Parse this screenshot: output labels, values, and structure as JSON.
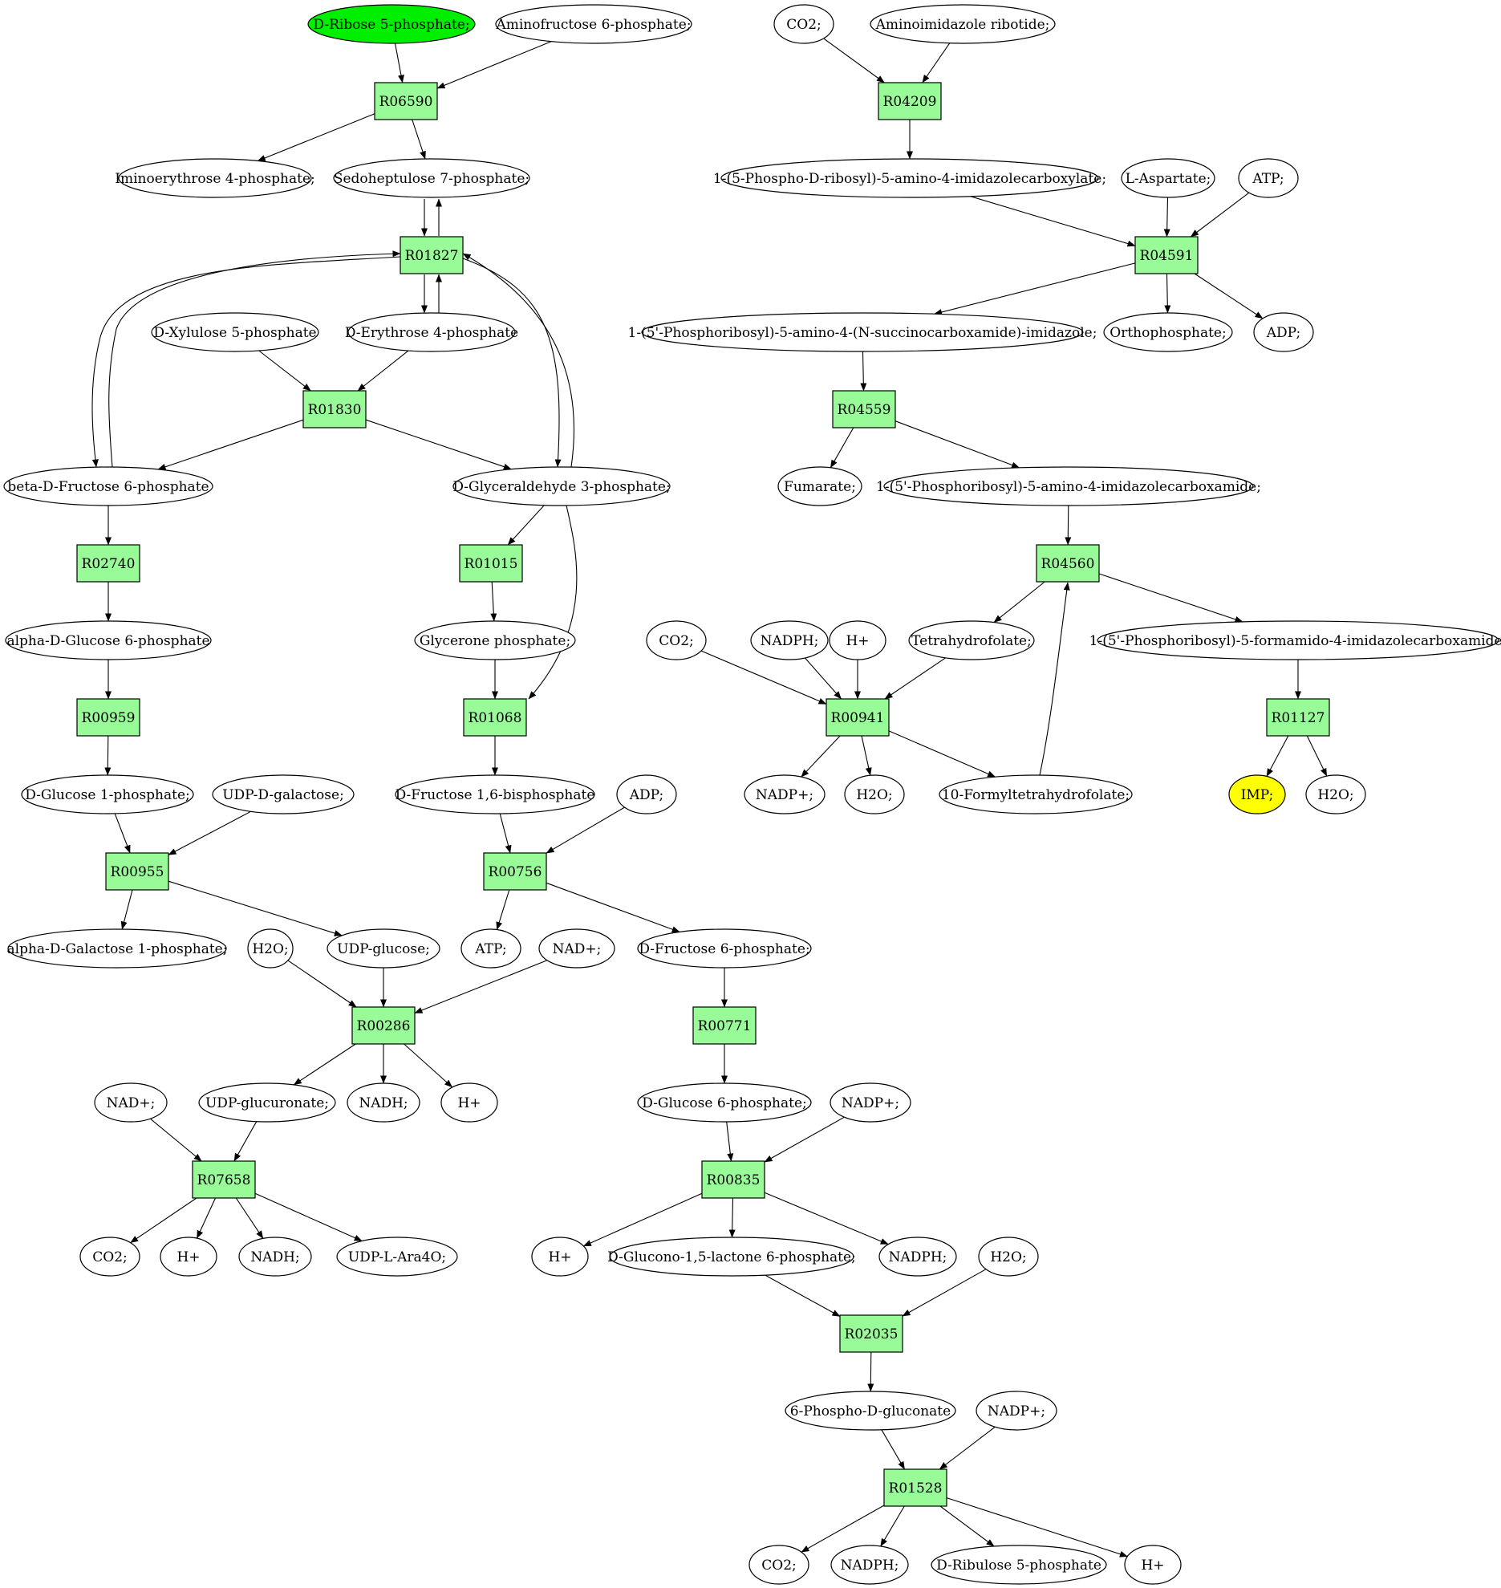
{
  "colors": {
    "reaction_fill": "#98fb98",
    "source_fill": "#00ee00",
    "target_fill": "#ffff00",
    "compound_fill": "#ffffff",
    "stroke": "#000000"
  },
  "nodes": {
    "c_rib5p": {
      "label": "D-Ribose 5-phosphate;",
      "type": "compound",
      "role": "source"
    },
    "c_afru6p": {
      "label": "Aminofructose 6-phosphate;",
      "type": "compound"
    },
    "r_R06590": {
      "label": "R06590",
      "type": "reaction"
    },
    "c_iminoery": {
      "label": "Iminoerythrose 4-phosphate;",
      "type": "compound"
    },
    "c_sedo7p": {
      "label": "Sedoheptulose 7-phosphate;",
      "type": "compound"
    },
    "r_R01827": {
      "label": "R01827",
      "type": "reaction"
    },
    "c_xyl5p": {
      "label": "D-Xylulose 5-phosphate",
      "type": "compound"
    },
    "c_ery4p": {
      "label": "D-Erythrose 4-phosphate",
      "type": "compound"
    },
    "r_R01830": {
      "label": "R01830",
      "type": "reaction"
    },
    "c_bfru6p": {
      "label": "beta-D-Fructose 6-phosphate",
      "type": "compound"
    },
    "c_gap": {
      "label": "D-Glyceraldehyde 3-phosphate;",
      "type": "compound"
    },
    "r_R02740": {
      "label": "R02740",
      "type": "reaction"
    },
    "c_aglc6p": {
      "label": "alpha-D-Glucose 6-phosphate",
      "type": "compound"
    },
    "r_R00959": {
      "label": "R00959",
      "type": "reaction"
    },
    "c_glc1p": {
      "label": "D-Glucose 1-phosphate;",
      "type": "compound"
    },
    "c_udpgal": {
      "label": "UDP-D-galactose;",
      "type": "compound"
    },
    "r_R00955": {
      "label": "R00955",
      "type": "reaction"
    },
    "c_agal1p": {
      "label": "alpha-D-Galactose 1-phosphate;",
      "type": "compound"
    },
    "c_udpglc": {
      "label": "UDP-glucose;",
      "type": "compound"
    },
    "c_h2o_a": {
      "label": "H2O;",
      "type": "compound"
    },
    "r_R00286": {
      "label": "R00286",
      "type": "reaction"
    },
    "c_nadp_a": {
      "label": "NAD+;",
      "type": "compound"
    },
    "c_atp_a": {
      "label": "ATP;",
      "type": "compound"
    },
    "c_udpglcur": {
      "label": "UDP-glucuronate;",
      "type": "compound"
    },
    "c_nadh_a": {
      "label": "NADH;",
      "type": "compound"
    },
    "c_hplus_a": {
      "label": "H+",
      "type": "compound"
    },
    "c_nad_b": {
      "label": "NAD+;",
      "type": "compound"
    },
    "r_R07658": {
      "label": "R07658",
      "type": "reaction"
    },
    "c_co2_a": {
      "label": "CO2;",
      "type": "compound"
    },
    "c_hplus_b": {
      "label": "H+",
      "type": "compound"
    },
    "c_nadh_b": {
      "label": "NADH;",
      "type": "compound"
    },
    "c_udpara": {
      "label": "UDP-L-Ara4O;",
      "type": "compound"
    },
    "r_R01015": {
      "label": "R01015",
      "type": "reaction"
    },
    "c_dhap": {
      "label": "Glycerone phosphate;",
      "type": "compound"
    },
    "r_R01068": {
      "label": "R01068",
      "type": "reaction"
    },
    "c_fbp": {
      "label": "D-Fructose 1,6-bisphosphate",
      "type": "compound"
    },
    "c_adp_a": {
      "label": "ADP;",
      "type": "compound"
    },
    "r_R00756": {
      "label": "R00756",
      "type": "reaction"
    },
    "c_fru6p": {
      "label": "D-Fructose 6-phosphate;",
      "type": "compound"
    },
    "r_R00771": {
      "label": "R00771",
      "type": "reaction"
    },
    "c_glc6p": {
      "label": "D-Glucose 6-phosphate;",
      "type": "compound"
    },
    "c_nadpp_a": {
      "label": "NADP+;",
      "type": "compound"
    },
    "r_R00835": {
      "label": "R00835",
      "type": "reaction"
    },
    "c_hplus_c": {
      "label": "H+",
      "type": "compound"
    },
    "c_glucono": {
      "label": "D-Glucono-1,5-lactone 6-phosphate;",
      "type": "compound"
    },
    "c_nadph_a": {
      "label": "NADPH;",
      "type": "compound"
    },
    "c_h2o_b": {
      "label": "H2O;",
      "type": "compound"
    },
    "r_R02035": {
      "label": "R02035",
      "type": "reaction"
    },
    "c_6pg": {
      "label": "6-Phospho-D-gluconate",
      "type": "compound"
    },
    "c_nadpp_b": {
      "label": "NADP+;",
      "type": "compound"
    },
    "r_R01528": {
      "label": "R01528",
      "type": "reaction"
    },
    "c_co2_b": {
      "label": "CO2;",
      "type": "compound"
    },
    "c_nadph_b": {
      "label": "NADPH;",
      "type": "compound"
    },
    "c_ru5p": {
      "label": "D-Ribulose 5-phosphate",
      "type": "compound"
    },
    "c_hplus_d": {
      "label": "H+",
      "type": "compound"
    },
    "c_co2_c": {
      "label": "CO2;",
      "type": "compound"
    },
    "c_air": {
      "label": "Aminoimidazole ribotide;",
      "type": "compound"
    },
    "r_R04209": {
      "label": "R04209",
      "type": "reaction"
    },
    "c_cair": {
      "label": "1-(5-Phospho-D-ribosyl)-5-amino-4-imidazolecarboxylate;",
      "type": "compound"
    },
    "c_asp": {
      "label": "L-Aspartate;",
      "type": "compound"
    },
    "c_atp_b": {
      "label": "ATP;",
      "type": "compound"
    },
    "r_R04591": {
      "label": "R04591",
      "type": "reaction"
    },
    "c_saicar": {
      "label": "1-(5'-Phosphoribosyl)-5-amino-4-(N-succinocarboxamide)-imidazole;",
      "type": "compound"
    },
    "c_pi": {
      "label": "Orthophosphate;",
      "type": "compound"
    },
    "c_adp_b": {
      "label": "ADP;",
      "type": "compound"
    },
    "r_R04559": {
      "label": "R04559",
      "type": "reaction"
    },
    "c_fum": {
      "label": "Fumarate;",
      "type": "compound"
    },
    "c_aicar": {
      "label": "1-(5'-Phosphoribosyl)-5-amino-4-imidazolecarboxamide;",
      "type": "compound"
    },
    "r_R04560": {
      "label": "R04560",
      "type": "reaction"
    },
    "c_co2_d": {
      "label": "CO2;",
      "type": "compound"
    },
    "c_nadph_c": {
      "label": "NADPH;",
      "type": "compound"
    },
    "c_hplus_e": {
      "label": "H+",
      "type": "compound"
    },
    "c_thf": {
      "label": "Tetrahydrofolate;",
      "type": "compound"
    },
    "c_faicar": {
      "label": "1-(5'-Phosphoribosyl)-5-formamido-4-imidazolecarboxamide;",
      "type": "compound"
    },
    "r_R00941": {
      "label": "R00941",
      "type": "reaction"
    },
    "c_nadpp_c": {
      "label": "NADP+;",
      "type": "compound"
    },
    "c_h2o_c": {
      "label": "H2O;",
      "type": "compound"
    },
    "c_10fthf": {
      "label": "10-Formyltetrahydrofolate;",
      "type": "compound"
    },
    "r_R01127": {
      "label": "R01127",
      "type": "reaction"
    },
    "c_imp": {
      "label": "IMP;",
      "type": "compound",
      "role": "target"
    },
    "c_h2o_d": {
      "label": "H2O;",
      "type": "compound"
    }
  },
  "edges": [
    [
      "c_rib5p",
      "r_R06590"
    ],
    [
      "c_afru6p",
      "r_R06590"
    ],
    [
      "r_R06590",
      "c_iminoery"
    ],
    [
      "r_R06590",
      "c_sedo7p"
    ],
    [
      "c_sedo7p",
      "r_R01827"
    ],
    [
      "r_R01827",
      "c_sedo7p"
    ],
    [
      "r_R01827",
      "c_ery4p"
    ],
    [
      "c_ery4p",
      "r_R01827"
    ],
    [
      "r_R01827",
      "c_bfru6p"
    ],
    [
      "c_bfru6p",
      "r_R01827"
    ],
    [
      "r_R01827",
      "c_gap"
    ],
    [
      "c_gap",
      "r_R01827"
    ],
    [
      "c_xyl5p",
      "r_R01830"
    ],
    [
      "c_ery4p",
      "r_R01830"
    ],
    [
      "r_R01830",
      "c_bfru6p"
    ],
    [
      "r_R01830",
      "c_gap"
    ],
    [
      "c_bfru6p",
      "r_R02740"
    ],
    [
      "r_R02740",
      "c_aglc6p"
    ],
    [
      "c_aglc6p",
      "r_R00959"
    ],
    [
      "r_R00959",
      "c_glc1p"
    ],
    [
      "c_glc1p",
      "r_R00955"
    ],
    [
      "c_udpgal",
      "r_R00955"
    ],
    [
      "r_R00955",
      "c_agal1p"
    ],
    [
      "r_R00955",
      "c_udpglc"
    ],
    [
      "c_h2o_a",
      "r_R00286"
    ],
    [
      "c_udpglc",
      "r_R00286"
    ],
    [
      "c_nadp_a",
      "r_R00286"
    ],
    [
      "r_R00286",
      "c_udpglcur"
    ],
    [
      "r_R00286",
      "c_nadh_a"
    ],
    [
      "r_R00286",
      "c_hplus_a"
    ],
    [
      "c_nad_b",
      "r_R07658"
    ],
    [
      "c_udpglcur",
      "r_R07658"
    ],
    [
      "r_R07658",
      "c_co2_a"
    ],
    [
      "r_R07658",
      "c_hplus_b"
    ],
    [
      "r_R07658",
      "c_nadh_b"
    ],
    [
      "r_R07658",
      "c_udpara"
    ],
    [
      "c_gap",
      "r_R01015"
    ],
    [
      "r_R01015",
      "c_dhap"
    ],
    [
      "c_dhap",
      "r_R01068"
    ],
    [
      "c_gap",
      "r_R01068"
    ],
    [
      "r_R01068",
      "c_fbp"
    ],
    [
      "c_fbp",
      "r_R00756"
    ],
    [
      "c_adp_a",
      "r_R00756"
    ],
    [
      "r_R00756",
      "c_atp_a"
    ],
    [
      "r_R00756",
      "c_fru6p"
    ],
    [
      "c_fru6p",
      "r_R00771"
    ],
    [
      "r_R00771",
      "c_glc6p"
    ],
    [
      "c_glc6p",
      "r_R00835"
    ],
    [
      "c_nadpp_a",
      "r_R00835"
    ],
    [
      "r_R00835",
      "c_hplus_c"
    ],
    [
      "r_R00835",
      "c_glucono"
    ],
    [
      "r_R00835",
      "c_nadph_a"
    ],
    [
      "c_glucono",
      "r_R02035"
    ],
    [
      "c_h2o_b",
      "r_R02035"
    ],
    [
      "r_R02035",
      "c_6pg"
    ],
    [
      "c_6pg",
      "r_R01528"
    ],
    [
      "c_nadpp_b",
      "r_R01528"
    ],
    [
      "r_R01528",
      "c_co2_b"
    ],
    [
      "r_R01528",
      "c_nadph_b"
    ],
    [
      "r_R01528",
      "c_ru5p"
    ],
    [
      "r_R01528",
      "c_hplus_d"
    ],
    [
      "c_co2_c",
      "r_R04209"
    ],
    [
      "c_air",
      "r_R04209"
    ],
    [
      "r_R04209",
      "c_cair"
    ],
    [
      "c_cair",
      "r_R04591"
    ],
    [
      "c_asp",
      "r_R04591"
    ],
    [
      "c_atp_b",
      "r_R04591"
    ],
    [
      "r_R04591",
      "c_saicar"
    ],
    [
      "r_R04591",
      "c_pi"
    ],
    [
      "r_R04591",
      "c_adp_b"
    ],
    [
      "c_saicar",
      "r_R04559"
    ],
    [
      "r_R04559",
      "c_fum"
    ],
    [
      "r_R04559",
      "c_aicar"
    ],
    [
      "c_aicar",
      "r_R04560"
    ],
    [
      "c_10fthf",
      "r_R04560"
    ],
    [
      "r_R04560",
      "c_thf"
    ],
    [
      "r_R04560",
      "c_faicar"
    ],
    [
      "c_co2_d",
      "r_R00941"
    ],
    [
      "c_nadph_c",
      "r_R00941"
    ],
    [
      "c_hplus_e",
      "r_R00941"
    ],
    [
      "c_thf",
      "r_R00941"
    ],
    [
      "r_R00941",
      "c_nadpp_c"
    ],
    [
      "r_R00941",
      "c_h2o_c"
    ],
    [
      "r_R00941",
      "c_10fthf"
    ],
    [
      "c_faicar",
      "r_R01127"
    ],
    [
      "r_R01127",
      "c_imp"
    ],
    [
      "r_R01127",
      "c_h2o_d"
    ]
  ]
}
